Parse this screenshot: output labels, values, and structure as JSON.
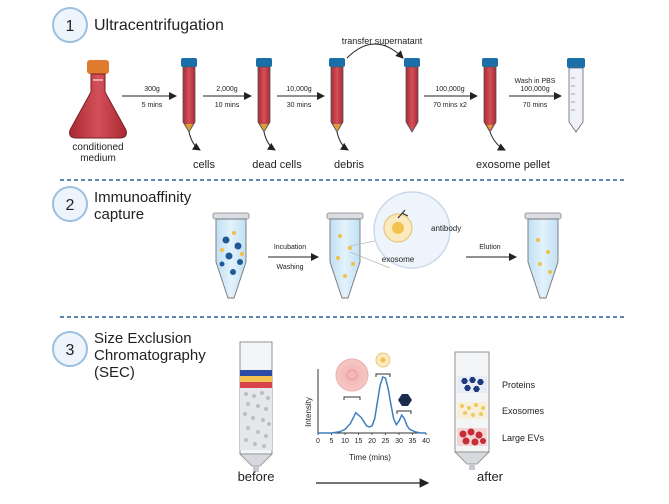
{
  "sections": [
    {
      "number": "1",
      "title": "Ultracentrifugation"
    },
    {
      "number": "2",
      "title_lines": [
        "Immunoaffinity",
        "capture"
      ]
    },
    {
      "number": "3",
      "title_lines": [
        "Size Exclusion",
        "Chromatography",
        "(SEC)"
      ]
    }
  ],
  "ultracentrifugation": {
    "flask_label_lines": [
      "conditioned",
      "medium"
    ],
    "steps": [
      {
        "speed": "300g",
        "time": "5 mins"
      },
      {
        "speed": "2,000g",
        "time": "10 mins"
      },
      {
        "speed": "10,000g",
        "time": "30 mins"
      },
      {
        "speed": "100,000g",
        "time": "70 mins x2"
      },
      {
        "speed_lines": [
          "Wash in PBS",
          "100,000g"
        ],
        "time": "70 mins"
      }
    ],
    "transfer_label": "transfer supernatant",
    "pellets": [
      "cells",
      "dead cells",
      "debris",
      "exosome pellet"
    ]
  },
  "immunoaffinity": {
    "step1_lines": [
      "Incubation",
      "Washing"
    ],
    "zoom_labels": {
      "antibody": "antibody",
      "exosome": "exosome"
    },
    "step2": "Elution"
  },
  "sec": {
    "before": "before",
    "after": "after",
    "chart_axis_y": "Intensity",
    "chart_axis_x": "Time (mins)",
    "fractions": [
      "Proteins",
      "Exosomes",
      "Large EVs"
    ]
  },
  "chart_data": {
    "type": "line",
    "xlabel": "Time (mins)",
    "ylabel": "Intensity",
    "xlim": [
      0,
      40
    ],
    "x_ticks": [
      "0",
      "5",
      "10",
      "15",
      "20",
      "25",
      "30",
      "35",
      "40"
    ],
    "y_ticks": [],
    "series": [
      {
        "x": [
          0,
          5,
          8,
          10,
          12,
          14,
          16,
          18,
          19,
          20,
          21,
          22,
          23,
          24,
          25,
          26,
          27,
          28,
          29,
          30,
          31,
          32,
          33,
          34,
          36,
          38,
          40
        ],
        "values": [
          0,
          0,
          1,
          3,
          8,
          17,
          13,
          6,
          5,
          6,
          12,
          26,
          40,
          47,
          46,
          37,
          24,
          12,
          7,
          10,
          15,
          12,
          6,
          3,
          1,
          0,
          0
        ]
      }
    ]
  },
  "colors": {
    "circle_border": "#9bbfe0",
    "circle_fill": "#eef4fb",
    "dashed_divider": "#2f5f9a",
    "cap_blue": "#1a6fa8",
    "medium_red": "#c33a44",
    "tube_liquid_blue": "#cfe6f6",
    "curve": "#3d7fc0"
  }
}
